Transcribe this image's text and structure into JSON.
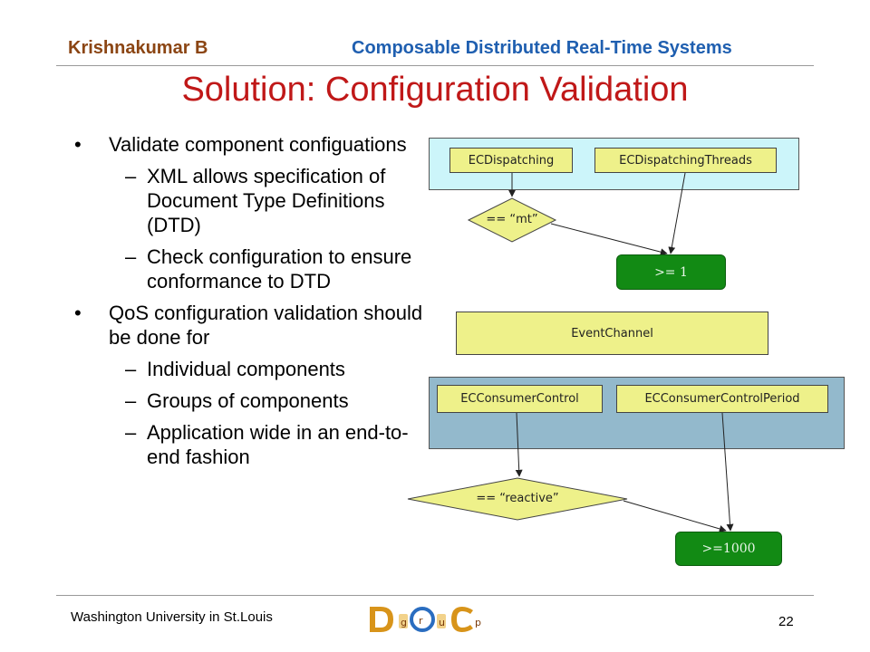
{
  "header": {
    "author": "Krishnakumar B",
    "course": "Composable Distributed Real-Time Systems"
  },
  "slide": {
    "title": "Solution: Configuration Validation"
  },
  "bullets": [
    {
      "level": 1,
      "text": "Validate component configuations"
    },
    {
      "level": 2,
      "text": "XML allows specification of Document Type Definitions (DTD)"
    },
    {
      "level": 2,
      "text": "Check configuration to ensure conformance to DTD"
    },
    {
      "level": 1,
      "text": "QoS configuration validation should be done for"
    },
    {
      "level": 2,
      "text": "Individual components"
    },
    {
      "level": 2,
      "text": "Groups of components"
    },
    {
      "level": 2,
      "text": "Application wide in an end-to-end fashion"
    }
  ],
  "bullet_glyphs": {
    "level1": "•",
    "level2": "–"
  },
  "diagram": {
    "top_left_node": "ECDispatching",
    "top_right_node": "ECDispatchingThreads",
    "condition_mt": "== “mt”",
    "result_threads": ">= 1",
    "event_channel": "EventChannel",
    "bottom_left_node": "ECConsumerControl",
    "bottom_right_node": "ECConsumerControlPeriod",
    "condition_reactive": "== “reactive”",
    "result_period": ">=1000"
  },
  "footer": {
    "university": "Washington University in St.Louis",
    "page_number": "22",
    "logo_text": "DOC group"
  },
  "colors": {
    "author": "#8b4513",
    "course": "#1f5fb0",
    "title": "#c01818",
    "panel_top": "#ccf5fa",
    "panel_bottom": "#93b9cc",
    "node_fill": "#eef18a",
    "result_fill": "#128a14"
  }
}
